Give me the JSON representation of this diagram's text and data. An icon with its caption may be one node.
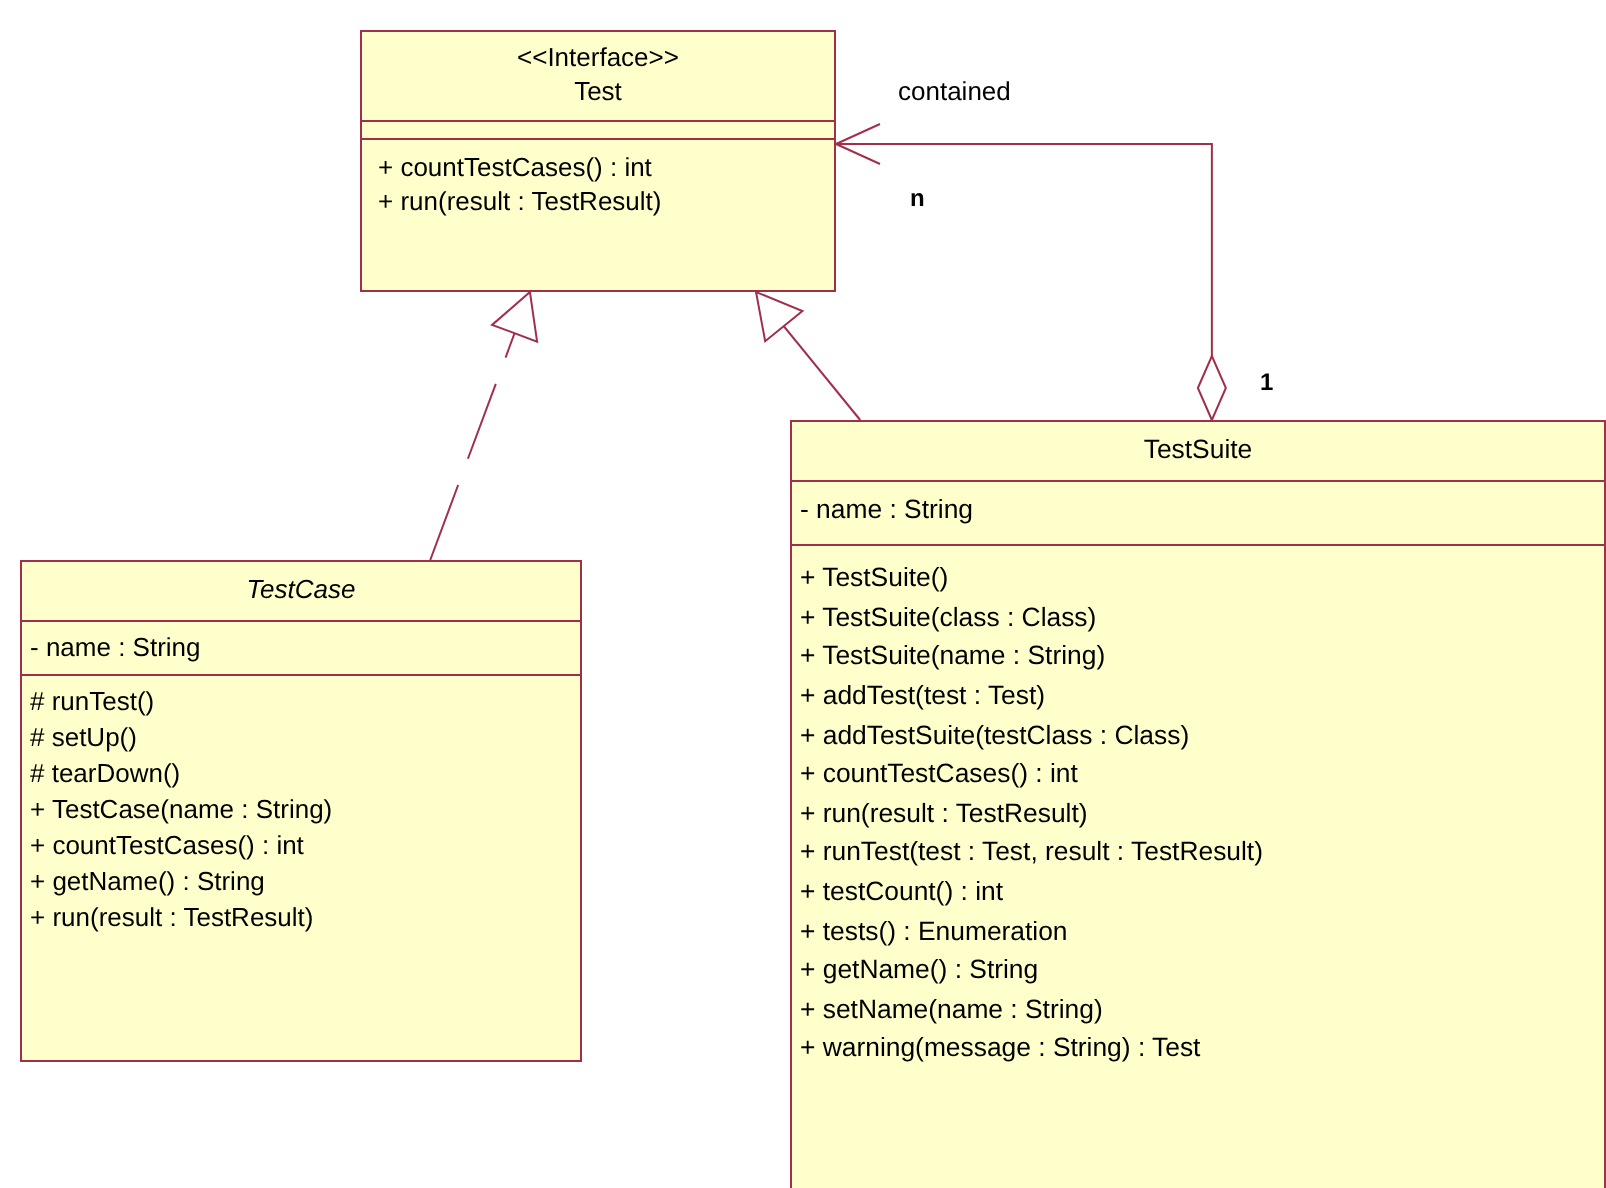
{
  "diagram": {
    "nodes": [
      {
        "text": [
          "<<Interface>>",
          "Test",
          "+ countTestCases() : int",
          "+ run(result : TestResult)"
        ]
      },
      {
        "text": [
          "TestCase",
          "- name : String",
          "# runTest()",
          "# setUp()",
          "# tearDown()",
          "+ TestCase(name : String)",
          "+ countTestCases() : int",
          "+ getName() : String",
          "+ run(result : TestResult)"
        ]
      },
      {
        "text": [
          "TestSuite",
          "- name : String",
          "+ TestSuite()",
          "+ TestSuite(class : Class)",
          "+ TestSuite(name : String)",
          "+ addTest(test : Test)",
          "+ addTestSuite(testClass : Class)",
          "+ countTestCases() : int",
          "+ run(result : TestResult)",
          "+ runTest(test : Test, result : TestResult)",
          "+ testCount() : int",
          "+ tests() : Enumeration",
          "+ getName() : String",
          "+ setName(name : String)",
          "+ warning(message : String) : Test"
        ]
      }
    ],
    "edges": [
      {
        "from": 1,
        "to": 0,
        "arrow": "to",
        "style": "dashed"
      },
      {
        "from": 2,
        "to": 0,
        "arrow": "to"
      },
      {
        "from": 2,
        "to": 0,
        "arrow": "to",
        "label": "contained"
      }
    ],
    "labels": [
      "n",
      "1"
    ]
  }
}
